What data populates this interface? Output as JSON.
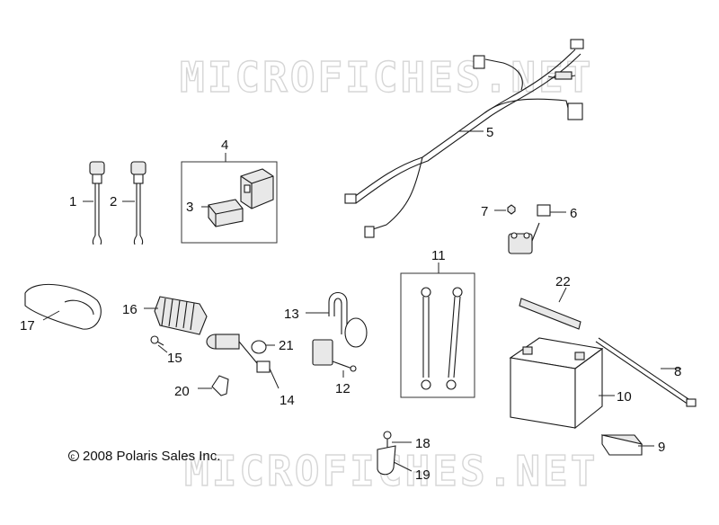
{
  "watermark": "MICROFICHES.NET",
  "copyright": "2008 Polaris Sales Inc.",
  "copyright_symbol": "©",
  "callouts": [
    "1",
    "2",
    "3",
    "4",
    "5",
    "6",
    "7",
    "8",
    "9",
    "10",
    "11",
    "12",
    "13",
    "14",
    "15",
    "16",
    "17",
    "18",
    "19",
    "20",
    "21",
    "22"
  ]
}
